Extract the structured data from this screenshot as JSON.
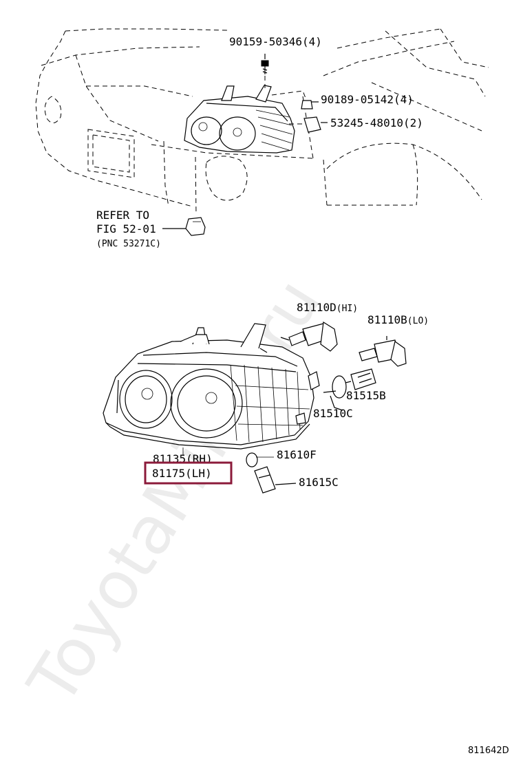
{
  "watermark": "ToyotaMiner.ru",
  "diagram_id": "811642D",
  "highlight_color": "#8b1a3a",
  "top_view": {
    "labels": {
      "bolt": "90159-50346(4)",
      "clip": "90189-05142(4)",
      "nut": "53245-48010(2)",
      "refer_line1": "REFER TO",
      "refer_line2": "FIG 52-01",
      "refer_line3": "(PNC 53271C)"
    }
  },
  "exploded_view": {
    "labels": {
      "bulb_hi": "81110D",
      "bulb_hi_suffix": "(HI)",
      "bulb_lo": "81110B",
      "bulb_lo_suffix": "(LO)",
      "turn_bulb": "81515B",
      "turn_socket": "81510C",
      "side_bulb": "81610F",
      "side_socket": "81615C",
      "unit_rh": "81135(RH)",
      "unit_lh": "81175(LH)"
    }
  }
}
